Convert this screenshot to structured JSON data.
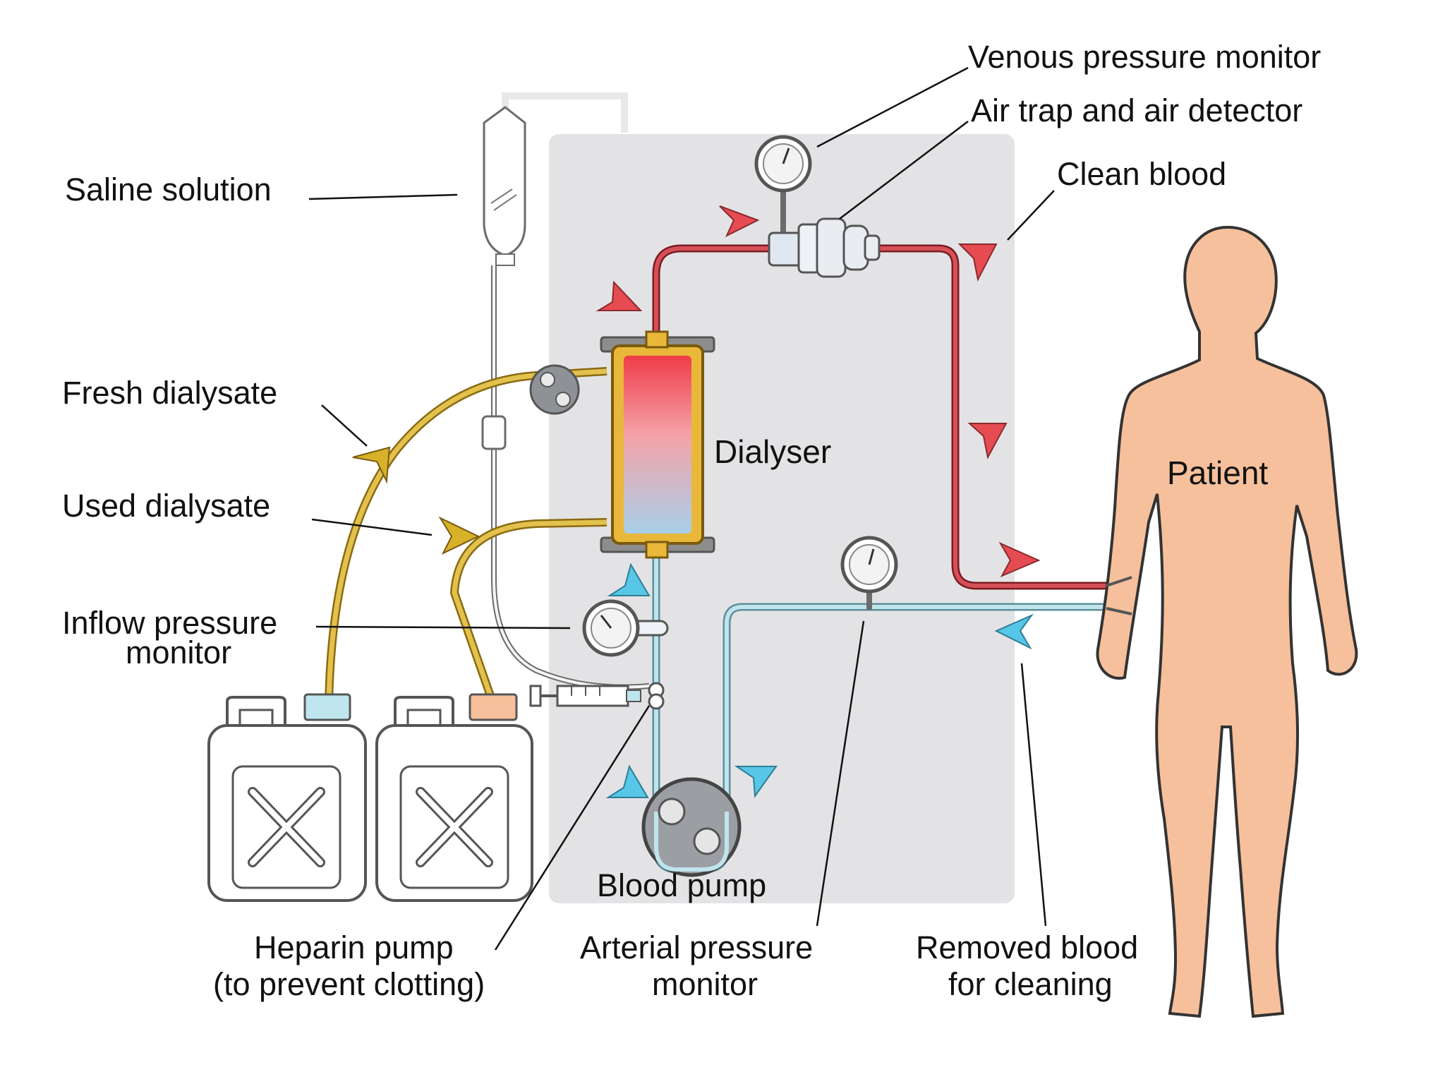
{
  "colors": {
    "machine_panel": "#e3e3e6",
    "clean_blood": "#c8434b",
    "removed_blood": "#a9d6e0",
    "dialysate": "#d8b43c",
    "saline_line": "#f3f3f3",
    "arrow_red": "#e64b52",
    "arrow_blue": "#58c6e6",
    "arrow_yellow": "#d7b12a",
    "skin": "#f6c09c",
    "pump": "#9b9ea3",
    "canister_cap_blue": "#bfe6ef",
    "canister_cap_orange": "#f5c09b"
  },
  "labels": {
    "venous_pressure_monitor": "Venous pressure monitor",
    "air_trap": "Air trap and air detector",
    "clean_blood": "Clean blood",
    "saline_solution": "Saline solution",
    "fresh_dialysate": "Fresh dialysate",
    "used_dialysate": "Used dialysate",
    "dialyser": "Dialyser",
    "patient": "Patient",
    "inflow_pressure_line1": "Inflow pressure",
    "inflow_pressure_line2": "monitor",
    "blood_pump": "Blood pump",
    "heparin_line1": "Heparin pump",
    "heparin_line2": "(to prevent clotting)",
    "arterial_line1": "Arterial pressure",
    "arterial_line2": "monitor",
    "removed_line1": "Removed blood",
    "removed_line2": "for cleaning"
  }
}
